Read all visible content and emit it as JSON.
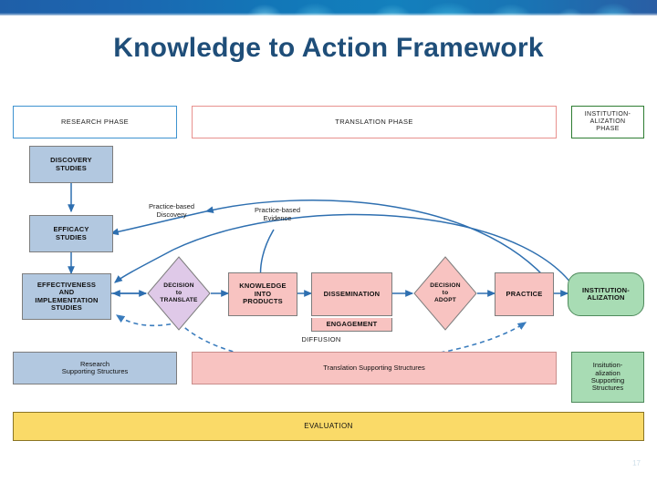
{
  "slide": {
    "title": "Knowledge to Action Framework",
    "page_number": "17",
    "accent_banner_color": "#1272b6",
    "title_color": "#1f4e79"
  },
  "phases": [
    {
      "id": "research",
      "label": "RESEARCH PHASE",
      "outline_color": "#3e93d0"
    },
    {
      "id": "translation",
      "label": "TRANSLATION PHASE",
      "outline_color": "#e8918e"
    },
    {
      "id": "institution",
      "label": "INSTITUTION-\nALIZATION\nPHASE",
      "outline_color": "#2e7d32",
      "line1": "INSTITUTION-",
      "line2": "ALIZATION",
      "line3": "PHASE"
    }
  ],
  "research_column": [
    {
      "id": "discovery",
      "line1": "DISCOVERY",
      "line2": "STUDIES",
      "line3": "",
      "line4": "",
      "fill": "#b2c8e0"
    },
    {
      "id": "efficacy",
      "line1": "EFFICACY",
      "line2": "STUDIES",
      "line3": "",
      "line4": "",
      "fill": "#b2c8e0"
    },
    {
      "id": "effectiveness",
      "line1": "EFFECTIVENESS",
      "line2": "AND",
      "line3": "IMPLEMENTATION",
      "line4": "STUDIES",
      "fill": "#b2c8e0"
    }
  ],
  "flow": {
    "decision_translate": {
      "line1": "DECISION",
      "line2": "to",
      "line3": "TRANSLATE",
      "fill": "#dfc9e8"
    },
    "knowledge_products": {
      "line1": "KNOWLEDGE",
      "line2": "INTO",
      "line3": "PRODUCTS",
      "fill": "#f8c3c1"
    },
    "dissemination": {
      "label": "DISSEMINATION",
      "fill": "#f8c3c1"
    },
    "engagement": {
      "label": "ENGAGEMENT",
      "fill": "#f8c3c1"
    },
    "decision_adopt": {
      "line1": "DECISION",
      "line2": "to",
      "line3": "ADOPT",
      "fill": "#f8c3c1"
    },
    "practice": {
      "label": "PRACTICE",
      "fill": "#f8c3c1"
    },
    "institutionalization": {
      "line1": "INSTITUTION-",
      "line2": "ALIZATION",
      "fill": "#a8dcb4"
    }
  },
  "annotations": {
    "practice_based_discovery": {
      "line1": "Practice-based",
      "line2": "Discovery"
    },
    "practice_based_evidence": {
      "line1": "Practice-based",
      "line2": "Evidence"
    },
    "diffusion": {
      "label": "DIFFUSION"
    }
  },
  "supporting_structures": [
    {
      "id": "research-support",
      "line1": "Research",
      "line2": "Supporting Structures",
      "line3": "",
      "line4": "",
      "fill": "#b2c8e0"
    },
    {
      "id": "translation-support",
      "line1": "Translation Supporting Structures",
      "line2": "",
      "line3": "",
      "line4": "",
      "fill": "#f8c3c1"
    },
    {
      "id": "institution-support",
      "line1": "Insitution-",
      "line2": "alization",
      "line3": "Supporting",
      "line4": "Structures",
      "fill": "#a8dcb4"
    }
  ],
  "evaluation": {
    "label": "EVALUATION",
    "fill": "#fada68"
  }
}
